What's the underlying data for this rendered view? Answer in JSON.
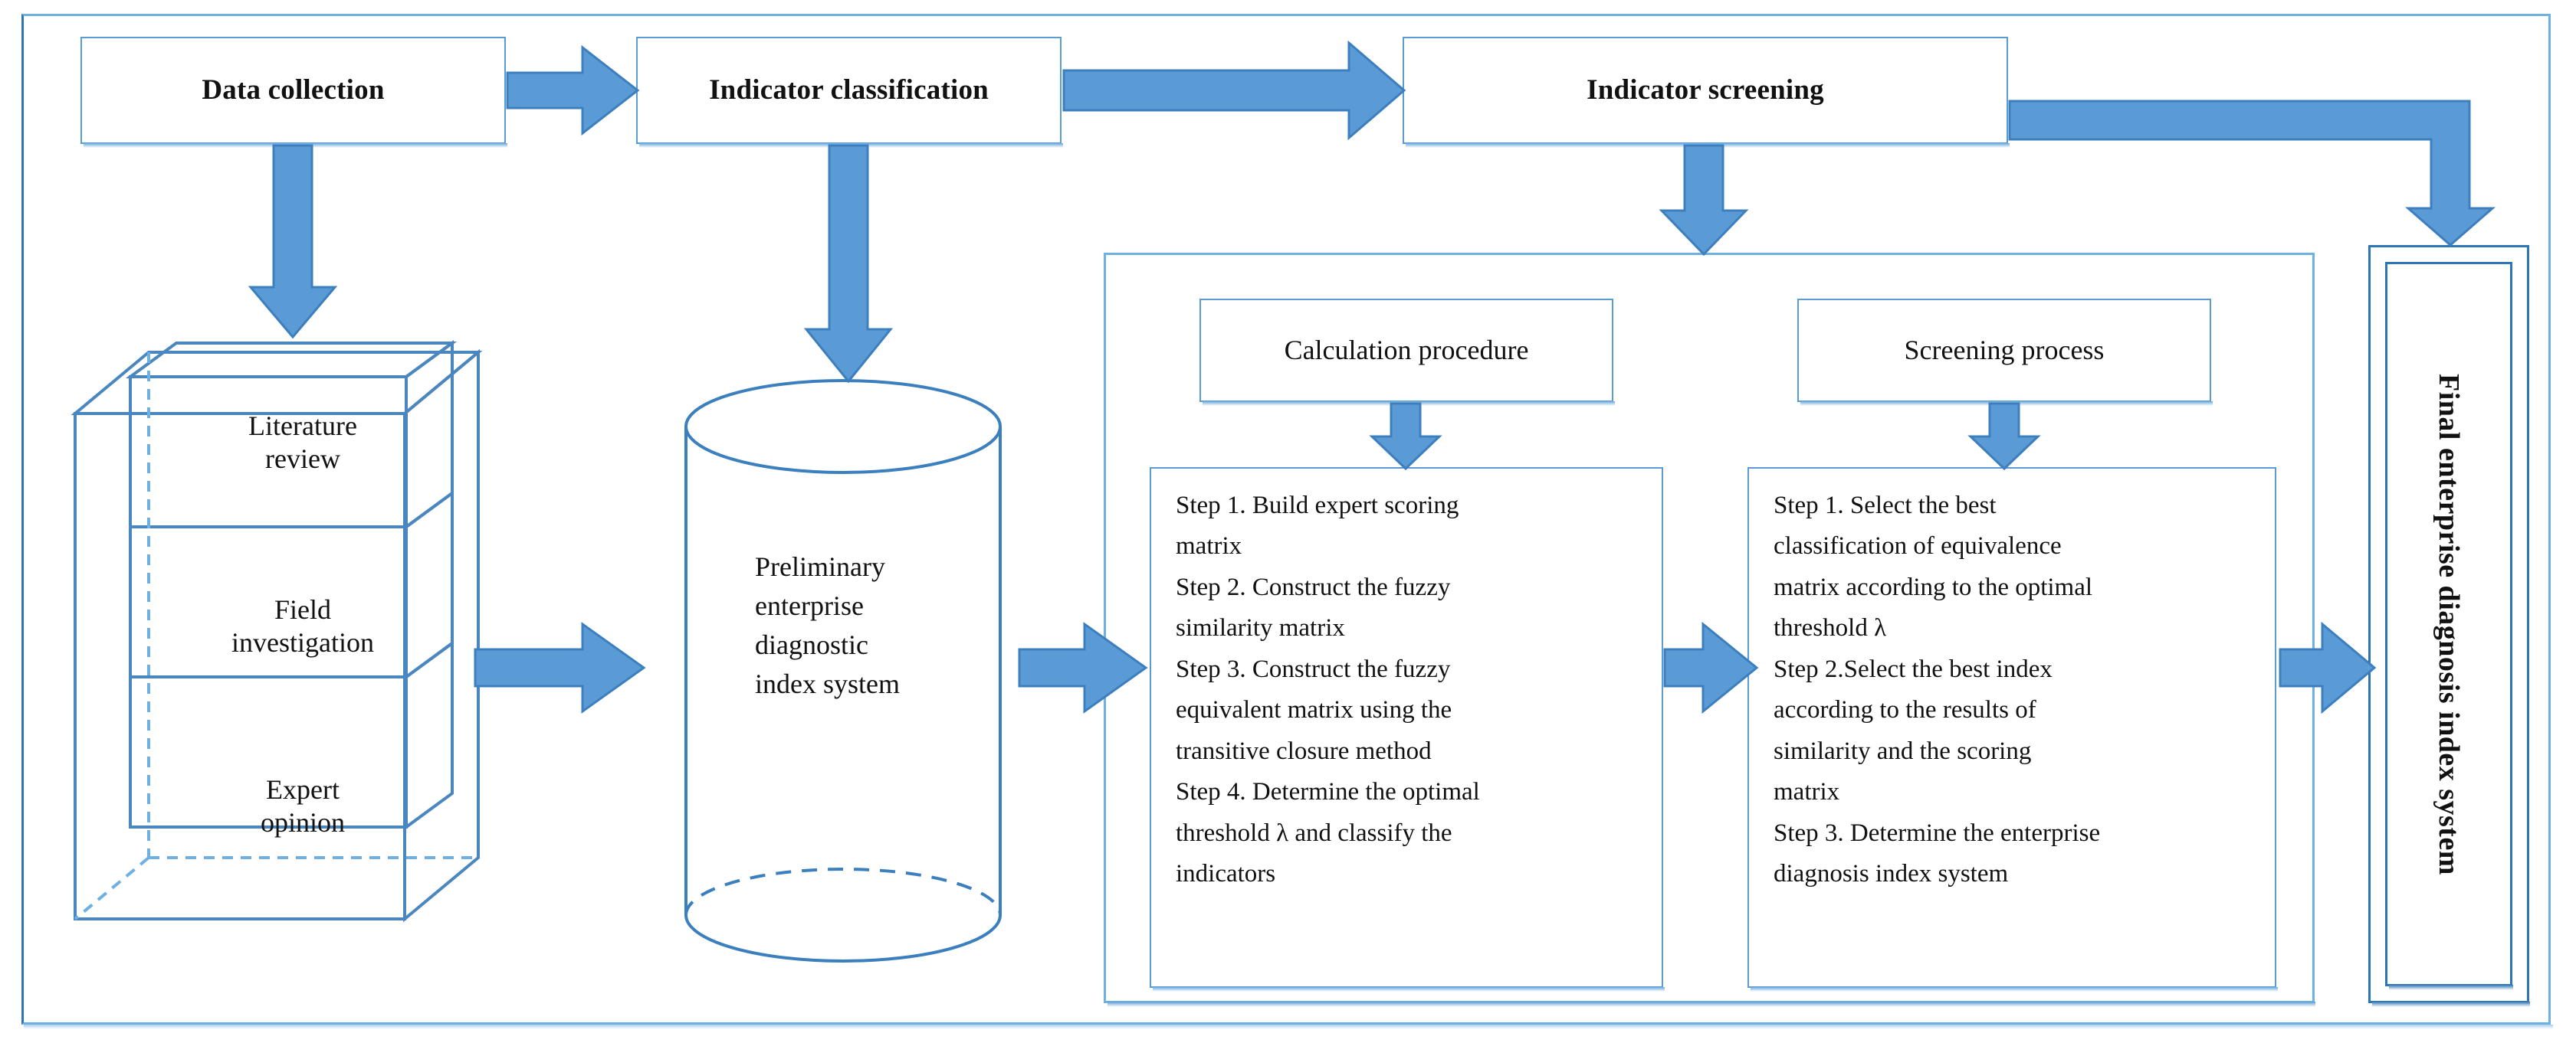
{
  "diagram": {
    "title_boxes": {
      "data_collection": "Data collection",
      "indicator_classification": "Indicator classification",
      "indicator_screening": "Indicator screening"
    },
    "data_sources": {
      "layers": [
        "Literature\nreview",
        "Field\ninvestigation",
        "Expert\nopinion"
      ],
      "layer_0_line_1": "Literature",
      "layer_0_line_2": "review",
      "layer_1_line_1": "Field",
      "layer_1_line_2": "investigation",
      "layer_2_line_1": "Expert",
      "layer_2_line_2": "opinion"
    },
    "database": {
      "label_line_1": "Preliminary",
      "label_line_2": "enterprise",
      "label_line_3": "diagnostic",
      "label_line_4": "index system"
    },
    "group": {
      "calculation": {
        "header": "Calculation procedure",
        "lines": [
          "Step 1. Build expert scoring",
          "matrix",
          "Step 2. Construct the fuzzy",
          "similarity matrix",
          "Step 3. Construct the fuzzy",
          "equivalent matrix using the",
          "transitive closure method",
          "Step 4. Determine the optimal",
          "threshold λ and classify the",
          "indicators"
        ]
      },
      "screening": {
        "header": "Screening process",
        "lines": [
          "Step 1. Select the best",
          "classification of equivalence",
          "matrix according to the optimal",
          "threshold λ",
          "Step 2.Select the best index",
          "according to the results of",
          "similarity and the scoring",
          "matrix",
          "Step 3. Determine the enterprise",
          "diagnosis index system"
        ]
      }
    },
    "final_box": {
      "label": "Final enterprise diagnosis index system"
    },
    "colors": {
      "arrow_fill": "#5B9BD5",
      "arrow_stroke": "#3C7FBF",
      "box_border": "#5B9BD5",
      "frame_border": "#6FB0E3",
      "dark_border": "#2E75B6",
      "text": "#111111",
      "background": "#FFFFFF"
    },
    "icons": {
      "arrow_right": "arrow-right-icon",
      "arrow_down": "arrow-down-icon",
      "arrow_elbow": "arrow-elbow-down-icon",
      "cube": "stacked-cube-icon",
      "cylinder": "database-cylinder-icon"
    }
  }
}
